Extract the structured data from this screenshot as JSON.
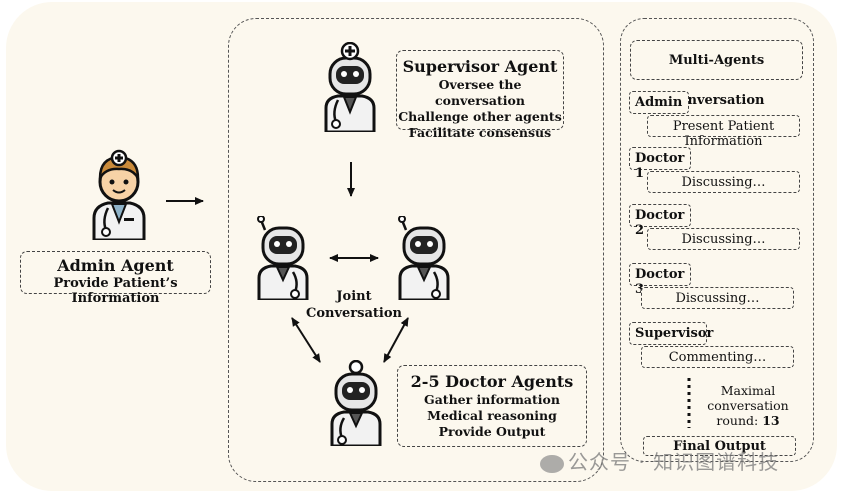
{
  "admin": {
    "title": "Admin Agent",
    "subtitle": "Provide Patient’s Information"
  },
  "supervisor": {
    "title": "Supervisor Agent",
    "lines": [
      "Oversee the conversation",
      "Challenge other agents",
      "Facilitate consensus"
    ]
  },
  "joint": {
    "line1": "Joint",
    "line2": "Conversation"
  },
  "doctors": {
    "title": "2-5 Doctor Agents",
    "lines": [
      "Gather information",
      "Medical reasoning",
      "Provide Output"
    ]
  },
  "conversation": {
    "title": "Multi-Agents Conversation",
    "rows": [
      {
        "role": "Admin",
        "message": "Present Patient Information"
      },
      {
        "role": "Doctor 1",
        "message": "Discussing…"
      },
      {
        "role": "Doctor 2",
        "message": "Discussing…"
      },
      {
        "role": "Doctor 3",
        "message": "Discussing…"
      },
      {
        "role": "Supervisor",
        "message": "Commenting…"
      }
    ],
    "maximal": {
      "line1": "Maximal",
      "line2": "conversation",
      "line3": "round:",
      "value": "13"
    },
    "final": "Final Output"
  },
  "watermark": "公众号 · 知识图谱科技",
  "colors": {
    "background": "#fcf8ee",
    "border": "#444444"
  }
}
